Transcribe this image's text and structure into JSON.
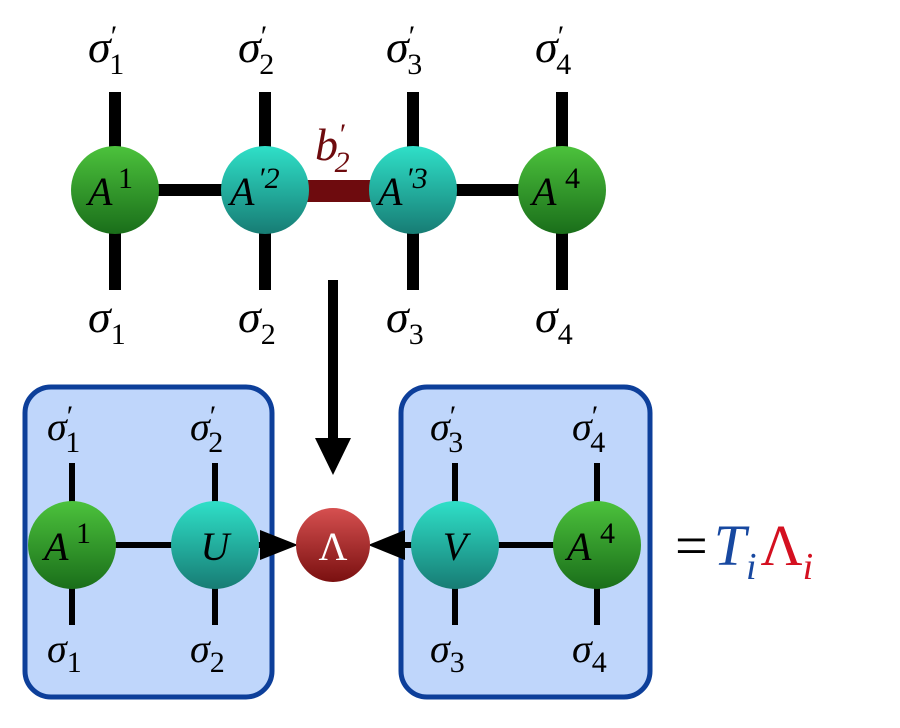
{
  "colors": {
    "green": "#2e9e2a",
    "teal": "#22b9ac",
    "red": "#b02a2a",
    "bond": "#6e0b0e",
    "box_fill": "#bfd6fb",
    "box_stroke": "#0d3f9a",
    "T": "#1748a0",
    "Lambda": "#d41020"
  },
  "top": {
    "nodes": [
      {
        "name": "A",
        "sup": "1"
      },
      {
        "name": "A",
        "sup": "′2"
      },
      {
        "name": "A",
        "sup": "′3"
      },
      {
        "name": "A",
        "sup": "4"
      }
    ],
    "upper_labels": [
      "1",
      "2",
      "3",
      "4"
    ],
    "lower_labels": [
      "1",
      "2",
      "3",
      "4"
    ],
    "bond_label": {
      "name": "b",
      "sub": "2",
      "prime": "′"
    }
  },
  "bottom": {
    "nodes": [
      {
        "name": "A",
        "sup": "1"
      },
      {
        "name": "U",
        "sup": ""
      },
      {
        "name": "Λ",
        "sup": ""
      },
      {
        "name": "V",
        "sup": ""
      },
      {
        "name": "A",
        "sup": "4"
      }
    ],
    "upper_labels": [
      "1",
      "2",
      "3",
      "4"
    ],
    "lower_labels": [
      "1",
      "2",
      "3",
      "4"
    ]
  },
  "sigma": "σ",
  "prime": "′",
  "equation": {
    "eq": "=",
    "T": "T",
    "T_sub": "i",
    "L": "Λ",
    "L_sub": "i"
  }
}
